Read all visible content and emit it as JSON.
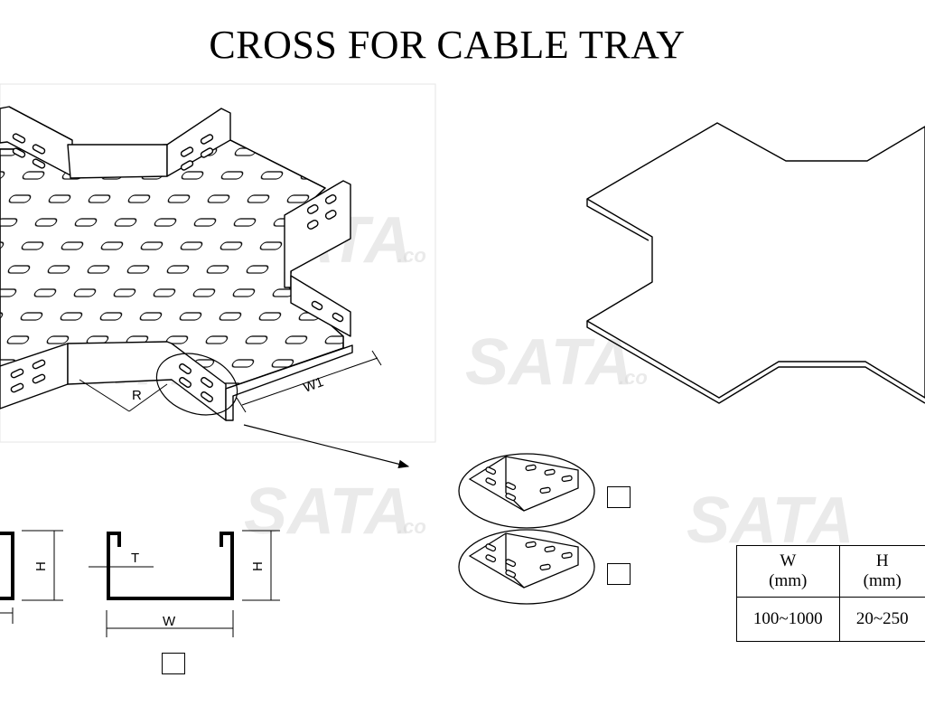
{
  "title": "CROSS FOR CABLE TRAY",
  "watermark": {
    "brand": "SATA",
    "suffix": ".co"
  },
  "iso_labels": {
    "radius": "R",
    "width1": "W1"
  },
  "section_labels": {
    "height_left": "H",
    "thickness": "T",
    "height_right": "H",
    "width": "W"
  },
  "spec_table": {
    "headers": [
      {
        "symbol": "W",
        "unit": "(mm)"
      },
      {
        "symbol": "H",
        "unit": "(mm)"
      }
    ],
    "row": [
      "100~1000",
      "20~250"
    ]
  },
  "colors": {
    "line": "#000000",
    "watermark": "#d9d9d9",
    "frame": "#e6e6e6"
  }
}
